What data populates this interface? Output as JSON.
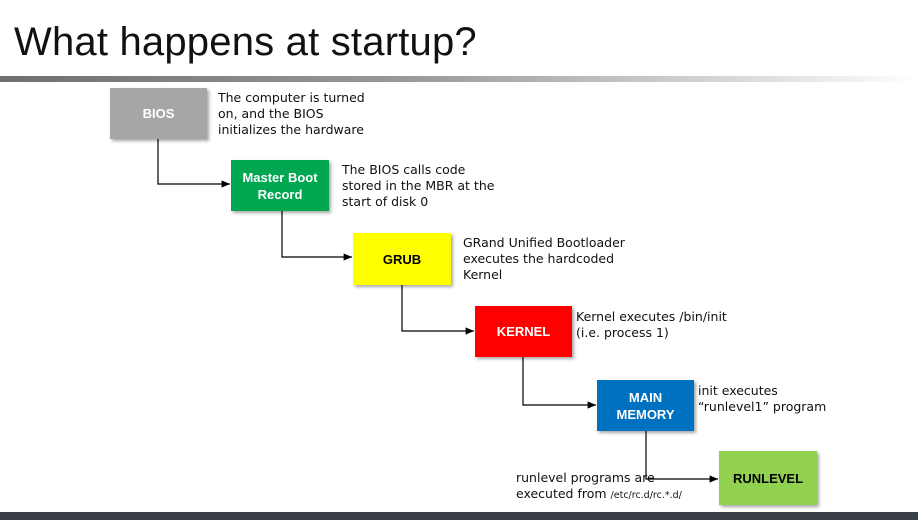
{
  "slide": {
    "title": "What happens at startup?"
  },
  "steps": [
    {
      "id": "bios",
      "label": "BIOS",
      "color": "#a6a6a6",
      "text_color": "#ffffff",
      "description": [
        "The computer is turned",
        "on, and the BIOS",
        "initializes the hardware"
      ]
    },
    {
      "id": "mbr",
      "label": [
        "Master Boot",
        "Record"
      ],
      "color": "#00a650",
      "text_color": "#ffffff",
      "description": [
        "The BIOS calls code",
        "stored in the MBR at the",
        "start of disk 0"
      ]
    },
    {
      "id": "grub",
      "label": "GRUB",
      "color": "#ffff00",
      "text_color": "#000000",
      "description": [
        "GRand Unified Bootloader",
        "executes the hardcoded",
        "Kernel"
      ]
    },
    {
      "id": "kernel",
      "label": "KERNEL",
      "color": "#ff0000",
      "text_color": "#ffffff",
      "description": [
        "Kernel executes /bin/init",
        "(i.e. process 1)"
      ]
    },
    {
      "id": "main-memory",
      "label": [
        "MAIN",
        "MEMORY"
      ],
      "color": "#0070c0",
      "text_color": "#ffffff",
      "description": [
        "init executes",
        "“runlevel1” program"
      ]
    },
    {
      "id": "runlevel",
      "label": "RUNLEVEL",
      "color": "#92d050",
      "text_color": "#000000",
      "description": [
        "runlevel programs are",
        "executed from",
        "/etc/rc.d/rc.*.d/"
      ]
    }
  ]
}
